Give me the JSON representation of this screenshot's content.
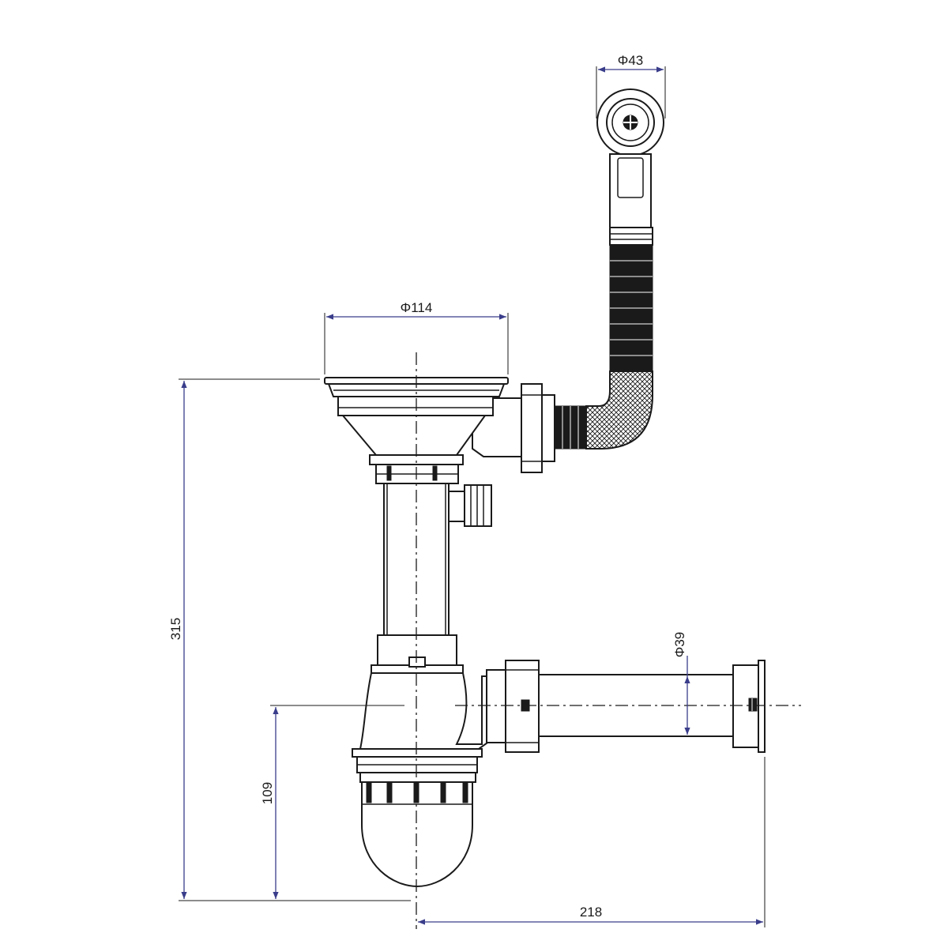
{
  "dimensions": {
    "basket_diameter": "Φ114",
    "overflow_diameter": "Φ43",
    "outlet_pipe_diameter": "Φ39",
    "total_height": "315",
    "trap_height": "109",
    "horizontal_length": "218"
  },
  "colors": {
    "line": "#1a1a1a",
    "dimension_line": "#3a3d8a"
  }
}
